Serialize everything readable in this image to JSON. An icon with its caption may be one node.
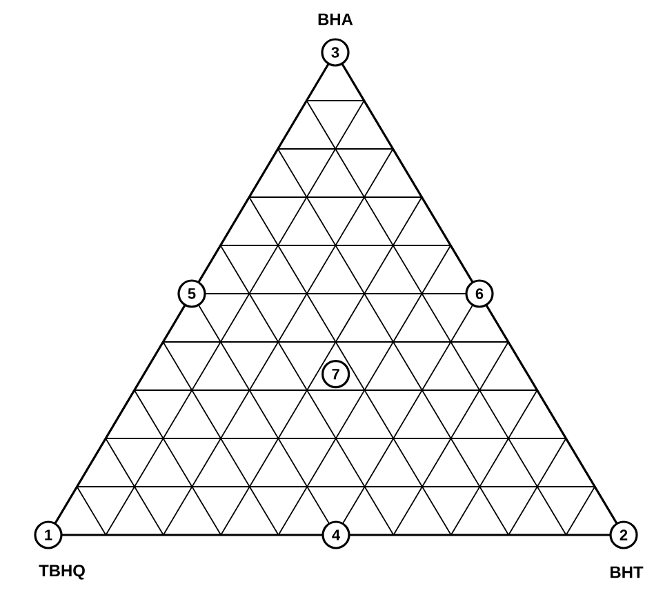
{
  "diagram": {
    "nodes": [
      {
        "text": [
          "1"
        ],
        "beside": [
          "TBHQ"
        ]
      },
      {
        "text": [
          "2"
        ],
        "beside": [
          "BHT"
        ]
      },
      {
        "text": [
          "3"
        ],
        "beside": [
          "BHA"
        ]
      },
      {
        "text": [
          "4"
        ]
      },
      {
        "text": [
          "5"
        ]
      },
      {
        "text": [
          "6"
        ]
      },
      {
        "text": [
          "7"
        ]
      }
    ]
  }
}
